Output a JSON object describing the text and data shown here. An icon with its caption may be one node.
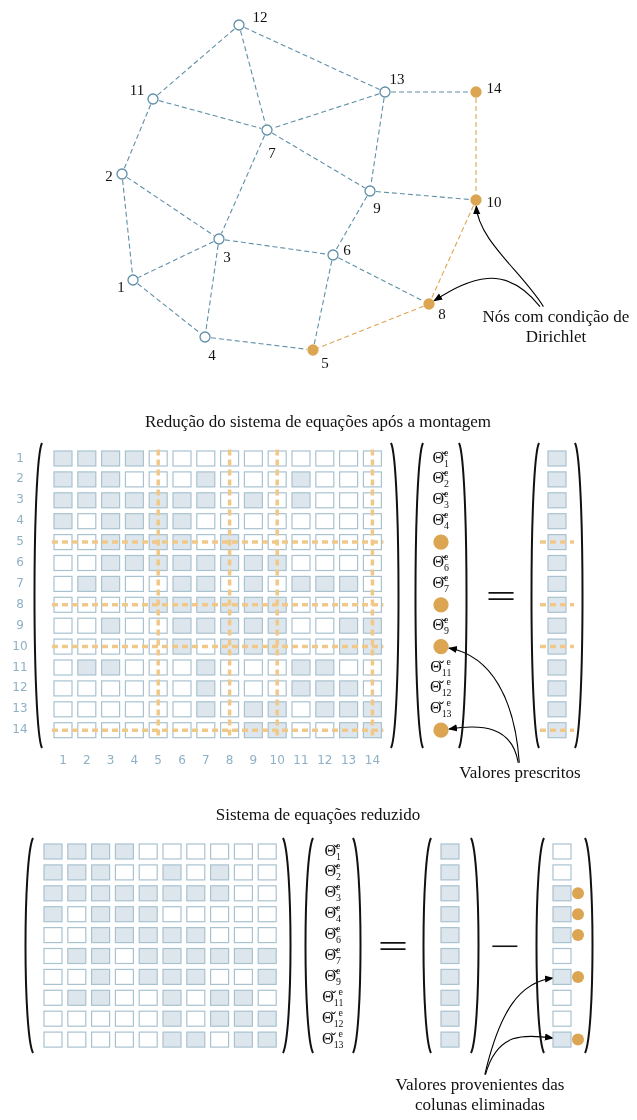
{
  "diagram": {
    "nodes": [
      {
        "text": [],
        "shape": "circle",
        "beside": [
          "1"
        ]
      },
      {
        "text": [],
        "shape": "circle",
        "beside": [
          "2"
        ]
      },
      {
        "text": [],
        "shape": "circle",
        "beside": [
          "3"
        ]
      },
      {
        "text": [],
        "shape": "circle",
        "beside": [
          "4"
        ]
      },
      {
        "text": [],
        "shape": "circle",
        "beside": [
          "5"
        ]
      },
      {
        "text": [],
        "shape": "circle",
        "beside": [
          "6"
        ]
      },
      {
        "text": [],
        "shape": "circle",
        "beside": [
          "7"
        ]
      },
      {
        "text": [],
        "shape": "circle",
        "beside": [
          "8"
        ]
      },
      {
        "text": [],
        "shape": "circle",
        "beside": [
          "9"
        ]
      },
      {
        "text": [],
        "shape": "circle",
        "beside": [
          "10"
        ]
      },
      {
        "text": [],
        "shape": "circle",
        "beside": [
          "11"
        ]
      },
      {
        "text": [],
        "shape": "circle",
        "beside": [
          "12"
        ]
      },
      {
        "text": [],
        "shape": "circle",
        "beside": [
          "13"
        ]
      },
      {
        "text": [],
        "shape": "circle",
        "beside": [
          "14"
        ]
      },
      {
        "text": [
          "Nós com condição de Dirichlet"
        ]
      },
      {
        "text": [],
        "shape": "circle"
      },
      {
        "text": [],
        "shape": "circle"
      },
      {
        "text": [],
        "shape": "circle"
      },
      {
        "text": [],
        "shape": "circle"
      },
      {
        "text": [
          "Valores prescritos"
        ]
      },
      {
        "text": [],
        "shape": "box"
      },
      {
        "text": [],
        "shape": "box"
      },
      {
        "text": [
          "Valores provenientes das colunas eliminadas"
        ]
      }
    ],
    "edges": [
      {
        "from": 10,
        "to": 11,
        "arrow": "none",
        "style": "dashed"
      },
      {
        "from": 11,
        "to": 6,
        "arrow": "none",
        "style": "dashed"
      },
      {
        "from": 11,
        "to": 12,
        "arrow": "none",
        "style": "dashed"
      },
      {
        "from": 10,
        "to": 6,
        "arrow": "none",
        "style": "dashed"
      },
      {
        "from": 10,
        "to": 1,
        "arrow": "none",
        "style": "dashed"
      },
      {
        "from": 12,
        "to": 6,
        "arrow": "none",
        "style": "dashed"
      },
      {
        "from": 12,
        "to": 13,
        "arrow": "none",
        "style": "dashed"
      },
      {
        "from": 12,
        "to": 8,
        "arrow": "none",
        "style": "dashed"
      },
      {
        "from": 6,
        "to": 8,
        "arrow": "none",
        "style": "dashed"
      },
      {
        "from": 6,
        "to": 2,
        "arrow": "none",
        "style": "dashed"
      },
      {
        "from": 1,
        "to": 2,
        "arrow": "none",
        "style": "dashed"
      },
      {
        "from": 1,
        "to": 0,
        "arrow": "none",
        "style": "dashed"
      },
      {
        "from": 13,
        "to": 9,
        "arrow": "none",
        "style": "dashed",
        "color": "#dba552"
      },
      {
        "from": 8,
        "to": 9,
        "arrow": "none",
        "style": "dashed"
      },
      {
        "from": 8,
        "to": 5,
        "arrow": "none",
        "style": "dashed"
      },
      {
        "from": 2,
        "to": 5,
        "arrow": "none",
        "style": "dashed"
      },
      {
        "from": 2,
        "to": 0,
        "arrow": "none",
        "style": "dashed"
      },
      {
        "from": 2,
        "to": 3,
        "arrow": "none",
        "style": "dashed"
      },
      {
        "from": 5,
        "to": 7,
        "arrow": "none",
        "style": "dashed"
      },
      {
        "from": 5,
        "to": 4,
        "arrow": "none",
        "style": "dashed"
      },
      {
        "from": 0,
        "to": 3,
        "arrow": "none",
        "style": "dashed"
      },
      {
        "from": 3,
        "to": 4,
        "arrow": "none",
        "style": "dashed"
      },
      {
        "from": 9,
        "to": 7,
        "arrow": "none",
        "style": "dashed",
        "color": "#dba552"
      },
      {
        "from": 7,
        "to": 4,
        "arrow": "none",
        "style": "dashed",
        "color": "#dba552"
      },
      {
        "from": 14,
        "to": 9,
        "arrow": "to",
        "color": "#000000"
      },
      {
        "from": 14,
        "to": 7,
        "arrow": "to",
        "color": "#000000"
      },
      {
        "from": 19,
        "to": 17,
        "arrow": "to",
        "color": "#000000"
      },
      {
        "from": 19,
        "to": 18,
        "arrow": "to",
        "color": "#000000"
      },
      {
        "from": 22,
        "to": 20,
        "arrow": "to",
        "color": "#000000"
      },
      {
        "from": 22,
        "to": 21,
        "arrow": "to",
        "color": "#000000"
      }
    ],
    "labels": [
      "Redução do sistema de equações após a montagem",
      "1",
      "2",
      "3",
      "4",
      "5",
      "6",
      "7",
      "8",
      "9",
      "10",
      "11",
      "12",
      "13",
      "14",
      "Θ̌$_{1}$$^{e}$",
      "Θ̌$_{2}$$^{e}$",
      "Θ̌$_{3}$$^{e}$",
      "Θ̌$_{4}$$^{e}$",
      "Θ̌$_{6}$$^{e}$",
      "Θ̌$_{7}$$^{e}$",
      "Θ̌$_{9}$$^{e}$",
      "Θ̌$_{11}$$^{e}$",
      "Θ̌$_{12}$$^{e}$",
      "Θ̌$_{13}$$^{e}$",
      "=",
      "1",
      "2",
      "3",
      "4",
      "5",
      "6",
      "7",
      "8",
      "9",
      "10",
      "11",
      "12",
      "13",
      "14",
      "Sistema de equações reduzido",
      "Θ̌$_{1}$$^{e}$",
      "Θ̌$_{2}$$^{e}$",
      "Θ̌$_{3}$$^{e}$",
      "Θ̌$_{4}$$^{e}$",
      "Θ̌$_{6}$$^{e}$",
      "Θ̌$_{7}$$^{e}$",
      "Θ̌$_{9}$$^{e}$",
      "Θ̌$_{11}$$^{e}$",
      "Θ̌$_{12}$$^{e}$",
      "Θ̌$_{13}$$^{e}$",
      "=",
      "−"
    ]
  }
}
